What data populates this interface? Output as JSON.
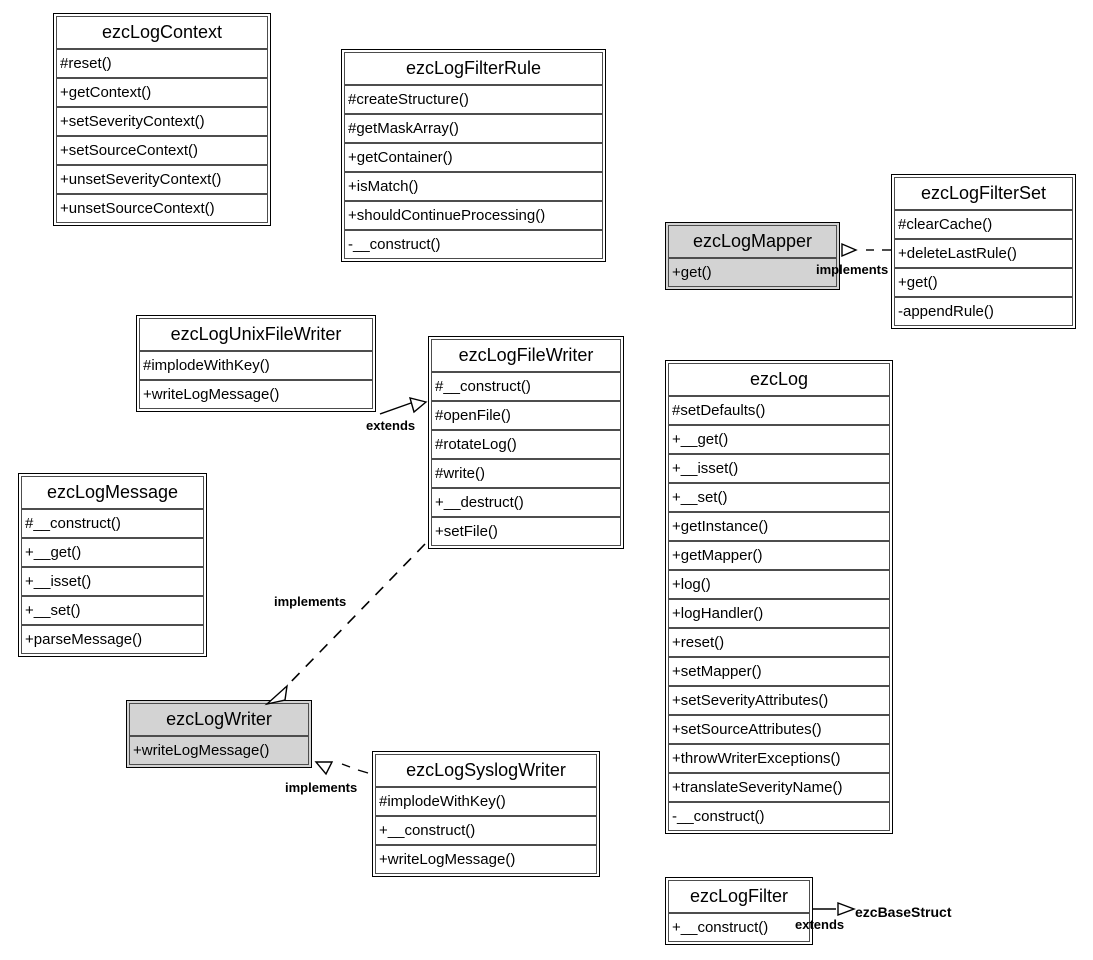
{
  "diagram": {
    "title": "ezcLog UML class diagram",
    "colors": {
      "background": "#ffffff",
      "interface_fill": "#d3d3d3",
      "class_fill": "#ffffff",
      "border": "#000000",
      "cell_border": "#4d4d4d",
      "text": "#000000"
    }
  },
  "classes": [
    {
      "id": "ezcLogContext",
      "name": "ezcLogContext",
      "stereotype": "class",
      "members": [
        "#reset()",
        "+getContext()",
        "+setSeverityContext()",
        "+setSourceContext()",
        "+unsetSeverityContext()",
        "+unsetSourceContext()"
      ]
    },
    {
      "id": "ezcLogFilterRule",
      "name": "ezcLogFilterRule",
      "stereotype": "class",
      "members": [
        "#createStructure()",
        "#getMaskArray()",
        "+getContainer()",
        "+isMatch()",
        "+shouldContinueProcessing()",
        "-__construct()"
      ]
    },
    {
      "id": "ezcLogMapper",
      "name": "ezcLogMapper",
      "stereotype": "interface",
      "members": [
        "+get()"
      ]
    },
    {
      "id": "ezcLogFilterSet",
      "name": "ezcLogFilterSet",
      "stereotype": "class",
      "members": [
        "#clearCache()",
        "+deleteLastRule()",
        "+get()",
        "-appendRule()"
      ]
    },
    {
      "id": "ezcLogUnixFileWriter",
      "name": "ezcLogUnixFileWriter",
      "stereotype": "class",
      "members": [
        "#implodeWithKey()",
        "+writeLogMessage()"
      ]
    },
    {
      "id": "ezcLogFileWriter",
      "name": "ezcLogFileWriter",
      "stereotype": "class",
      "members": [
        "#__construct()",
        "#openFile()",
        "#rotateLog()",
        "#write()",
        "+__destruct()",
        "+setFile()"
      ]
    },
    {
      "id": "ezcLog",
      "name": "ezcLog",
      "stereotype": "class",
      "members": [
        "#setDefaults()",
        "+__get()",
        "+__isset()",
        "+__set()",
        "+getInstance()",
        "+getMapper()",
        "+log()",
        "+logHandler()",
        "+reset()",
        "+setMapper()",
        "+setSeverityAttributes()",
        "+setSourceAttributes()",
        "+throwWriterExceptions()",
        "+translateSeverityName()",
        "-__construct()"
      ]
    },
    {
      "id": "ezcLogMessage",
      "name": "ezcLogMessage",
      "stereotype": "class",
      "members": [
        "#__construct()",
        "+__get()",
        "+__isset()",
        "+__set()",
        "+parseMessage()"
      ]
    },
    {
      "id": "ezcLogWriter",
      "name": "ezcLogWriter",
      "stereotype": "interface",
      "members": [
        "+writeLogMessage()"
      ]
    },
    {
      "id": "ezcLogSyslogWriter",
      "name": "ezcLogSyslogWriter",
      "stereotype": "class",
      "members": [
        "#implodeWithKey()",
        "+__construct()",
        "+writeLogMessage()"
      ]
    },
    {
      "id": "ezcLogFilter",
      "name": "ezcLogFilter",
      "stereotype": "class",
      "members": [
        "+__construct()"
      ]
    }
  ],
  "relations": [
    {
      "id": "rel-mapper-filterset",
      "label": "implements",
      "from": "ezcLogFilterSet",
      "to": "ezcLogMapper",
      "style": "dashed"
    },
    {
      "id": "rel-filewriter-unixfilewriter",
      "label": "extends",
      "from": "ezcLogUnixFileWriter",
      "to": "ezcLogFileWriter",
      "style": "solid"
    },
    {
      "id": "rel-writer-filewriter",
      "label": "implements",
      "from": "ezcLogFileWriter",
      "to": "ezcLogWriter",
      "style": "dashed"
    },
    {
      "id": "rel-writer-syslogwriter",
      "label": "implements",
      "from": "ezcLogSyslogWriter",
      "to": "ezcLogWriter",
      "style": "dashed"
    },
    {
      "id": "rel-filter-basestruct",
      "label": "extends",
      "from": "ezcLogFilter",
      "to": "ezcBaseStruct",
      "style": "solid",
      "target_label": "ezcBaseStruct"
    }
  ],
  "external_labels": [
    {
      "id": "ezcBaseStruct",
      "text": "ezcBaseStruct"
    }
  ]
}
